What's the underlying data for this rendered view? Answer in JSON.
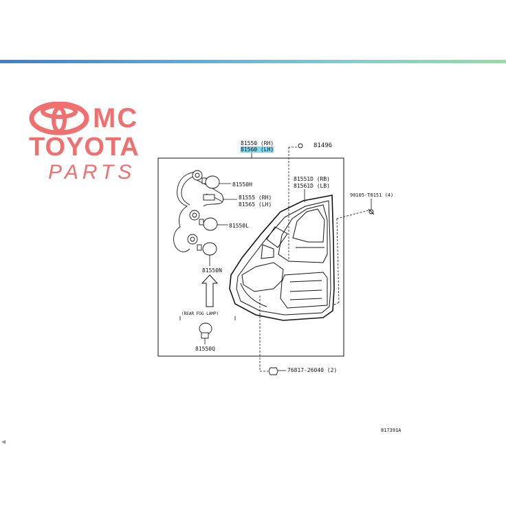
{
  "logo": {
    "mc_text": "MC",
    "toyota_text": "TOYOTA",
    "parts_text": "PARTS",
    "color": "#f07070"
  },
  "labels": {
    "p81550": "81550 (RH)",
    "p81560": "81560 (LH)",
    "p81496": "81496",
    "p81550h": "81550H",
    "p81555": "81555 (RH)",
    "p81565": "81565 (LH)",
    "p81550l": "81550L",
    "p81550n": "81550N",
    "rear_fog": "(REAR FOG LAMP)",
    "p81550q": "81550Q",
    "p81551d": "81551D (RB)",
    "p81561d": "81561D (LB)",
    "p90105": "90105-T0151 (4)",
    "p76817": "76817-26040 (2)",
    "diagram_code": "817391A"
  },
  "colors": {
    "highlight": "#7fd6ef",
    "line": "#111111"
  }
}
